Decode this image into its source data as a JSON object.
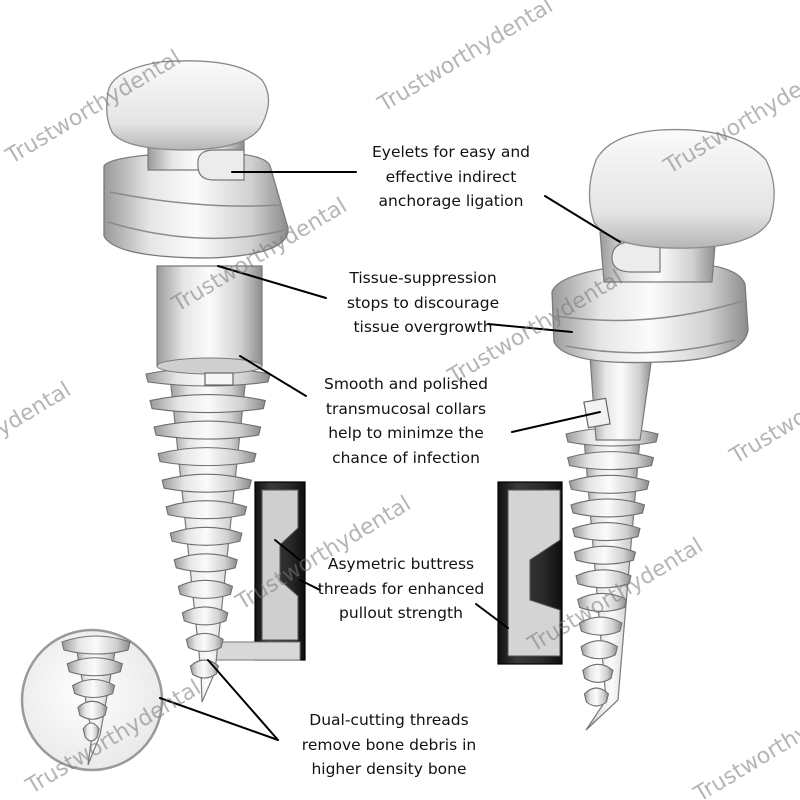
{
  "annotations": [
    {
      "id": "eyelets",
      "lines": [
        "Eyelets for easy and",
        "effective indirect",
        "anchorage ligation"
      ]
    },
    {
      "id": "tissue",
      "lines": [
        "Tissue-suppression",
        "stops to discourage",
        "tissue overgrowth"
      ]
    },
    {
      "id": "collars",
      "lines": [
        "Smooth and polished",
        "transmucosal collars",
        "help to minimze the",
        "chance of infection"
      ]
    },
    {
      "id": "threads",
      "lines": [
        "Asymetric buttress",
        "threads for enhanced",
        "pullout strength"
      ]
    },
    {
      "id": "cutting",
      "lines": [
        "Dual-cutting threads",
        "remove bone debris in",
        "higher density bone"
      ]
    }
  ],
  "watermark": "Trustworthydental",
  "colors": {
    "text": "#111111",
    "line": "#000000",
    "metal_light": "#f2f2f2",
    "metal_dark": "#8a8a8a",
    "insert_dark": "#1e1e1e"
  }
}
